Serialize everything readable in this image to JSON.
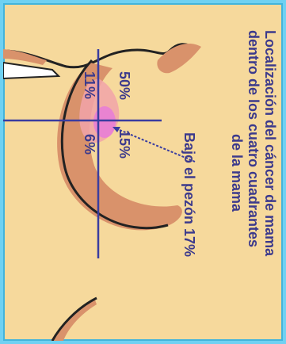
{
  "title_lines": [
    "Localización del cáncer de mama",
    "dentro de los cuatro cuadrantes",
    "de la mama"
  ],
  "bottom_label": "Bajo el pezón 17%",
  "quadrants": {
    "upper_outer": "50%",
    "upper_inner": "15%",
    "lower_outer": "11%",
    "lower_inner": "6%"
  },
  "colors": {
    "background": "#f6d99c",
    "border": "#6fd1f2",
    "text": "#3c3a8c",
    "skin_shadow": "#d9926b",
    "tumor_zone": "#e87bd8",
    "axis": "#3a3da0"
  }
}
